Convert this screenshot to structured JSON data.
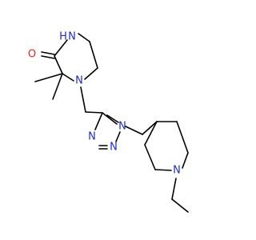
{
  "molecule": {
    "atoms": {
      "o1": "O",
      "n_amide": "N",
      "h_amide": "H",
      "n_amine": "N",
      "n_triazole1": "N",
      "n_triazole2": "N",
      "n_triazole3": "N",
      "n_piperidine": "N"
    },
    "colors": {
      "bond": "#000000",
      "nitrogen": "#1f2fb4",
      "oxygen": "#e22a2a",
      "background": "#ffffff"
    }
  }
}
